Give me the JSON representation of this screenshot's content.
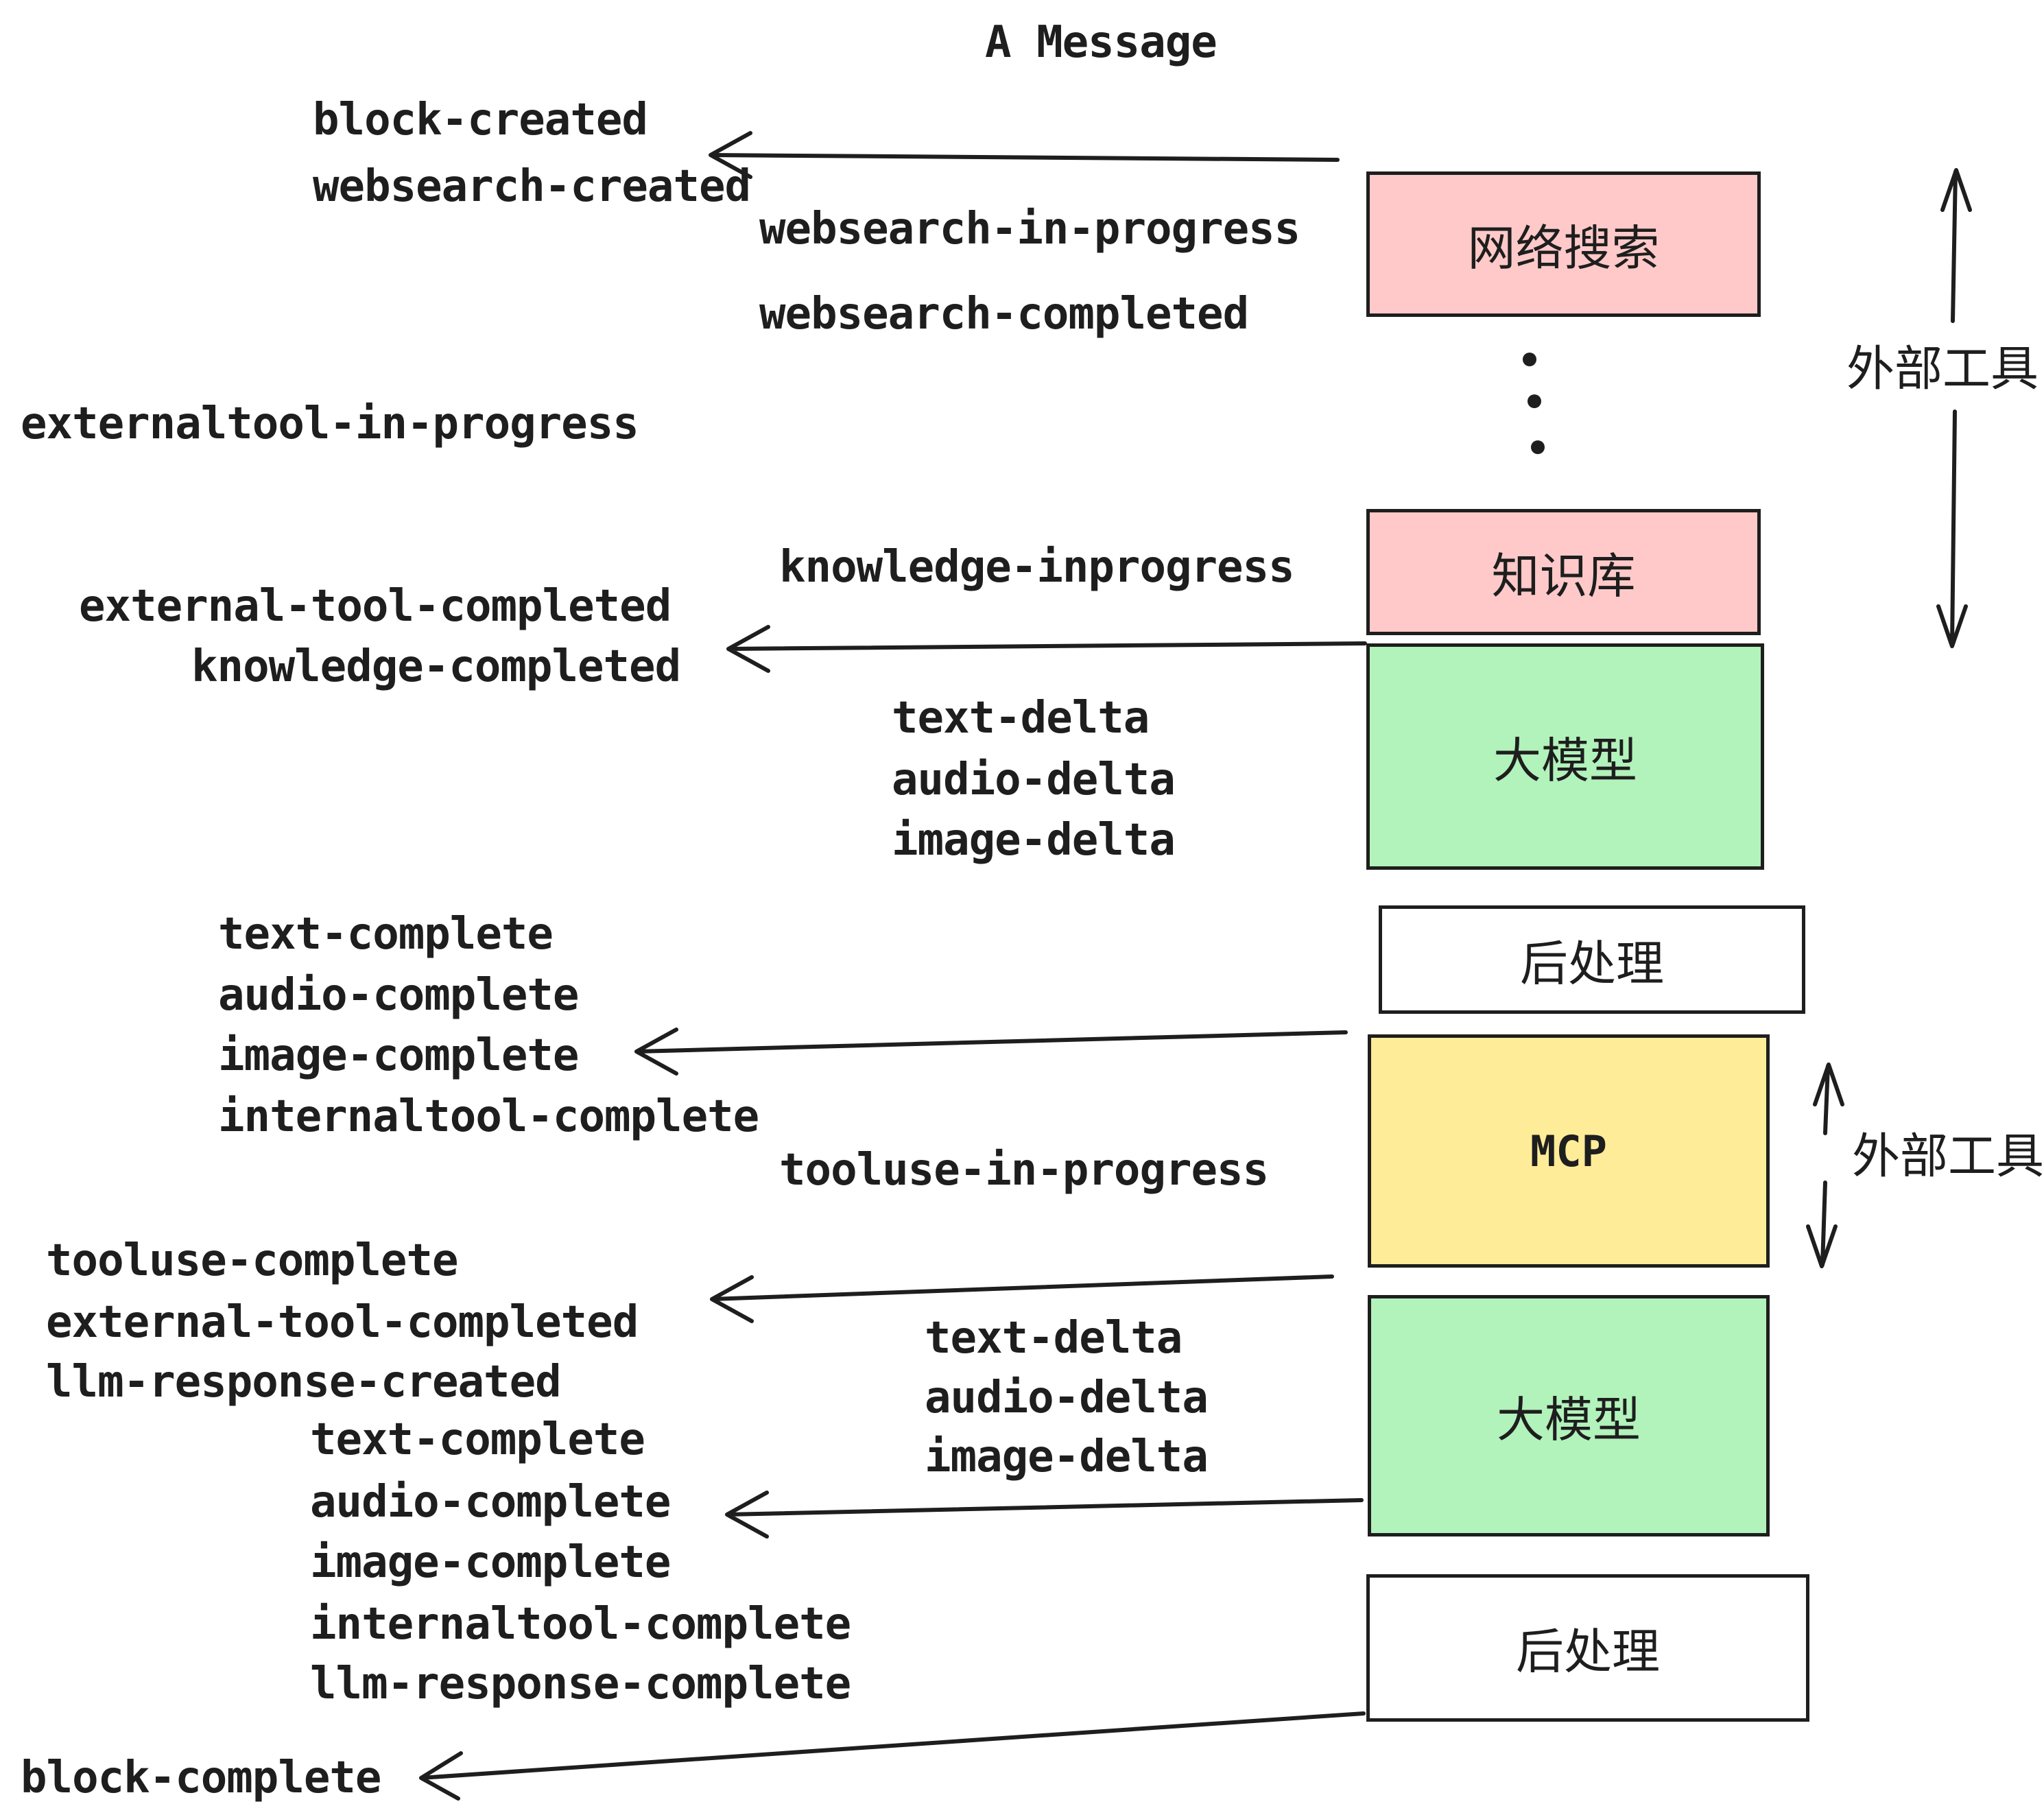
{
  "title": "A Message",
  "colors": {
    "ink": "#1e1e1e",
    "pink_fill": "#ffc9c9",
    "green_fill": "#b2f2bb",
    "yellow_fill": "#ffec99",
    "white_fill": "#ffffff",
    "background": "#ffffff"
  },
  "boxes": [
    {
      "id": "websearch",
      "label": "网络搜索",
      "fill": "#ffc9c9"
    },
    {
      "id": "knowledge",
      "label": "知识库",
      "fill": "#ffc9c9"
    },
    {
      "id": "llm1",
      "label": "大模型",
      "fill": "#b2f2bb"
    },
    {
      "id": "post1",
      "label": "后处理",
      "fill": "#ffffff"
    },
    {
      "id": "mcp",
      "label": "MCP",
      "fill": "#ffec99"
    },
    {
      "id": "llm2",
      "label": "大模型",
      "fill": "#b2f2bb"
    },
    {
      "id": "post2",
      "label": "后处理",
      "fill": "#ffffff"
    }
  ],
  "side_labels": [
    {
      "label": "外部工具"
    },
    {
      "label": "外部工具"
    }
  ],
  "ellipsis_icon": "vertical-ellipsis-dots",
  "events": {
    "block_created": "block-created",
    "websearch_created": "websearch-created",
    "websearch_in_progress": "websearch-in-progress",
    "websearch_completed": "websearch-completed",
    "externaltool_in_progress": "externaltool-in-progress",
    "knowledge_inprogress": "knowledge-inprogress",
    "external_tool_completed_1": "external-tool-completed",
    "knowledge_completed": "knowledge-completed",
    "text_delta_1": "text-delta",
    "audio_delta_1": "audio-delta",
    "image_delta_1": "image-delta",
    "text_complete_1": "text-complete",
    "audio_complete_1": "audio-complete",
    "image_complete_1": "image-complete",
    "internaltool_complete_1": "internaltool-complete",
    "tooluse_in_progress": "tooluse-in-progress",
    "tooluse_complete": "tooluse-complete",
    "external_tool_completed_2": "external-tool-completed",
    "llm_response_created": "llm-response-created",
    "text_delta_2": "text-delta",
    "audio_delta_2": "audio-delta",
    "image_delta_2": "image-delta",
    "text_complete_2": "text-complete",
    "audio_complete_2": "audio-complete",
    "image_complete_2": "image-complete",
    "internaltool_complete_2": "internaltool-complete",
    "llm_response_complete": "llm-response-complete",
    "block_complete": "block-complete"
  }
}
